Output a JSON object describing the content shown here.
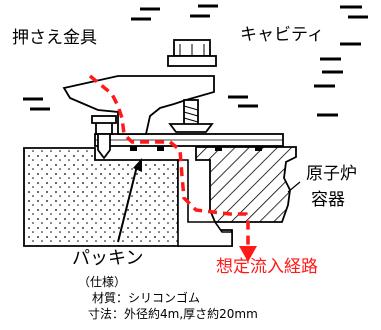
{
  "labels": {
    "clamp": "押さえ金具",
    "cavity": "キャビティ",
    "reactor_vessel_line1": "原子炉",
    "reactor_vessel_line2": "容器",
    "packing": "パッキン",
    "assumed_path": "想定流入経路"
  },
  "spec": {
    "heading": "（仕様）",
    "material": "材質：シリコンゴム",
    "dimensions": "寸法：外径約4m,厚さ約20mm"
  },
  "colors": {
    "leak_path": "#ff1a1a",
    "line": "#000000"
  }
}
